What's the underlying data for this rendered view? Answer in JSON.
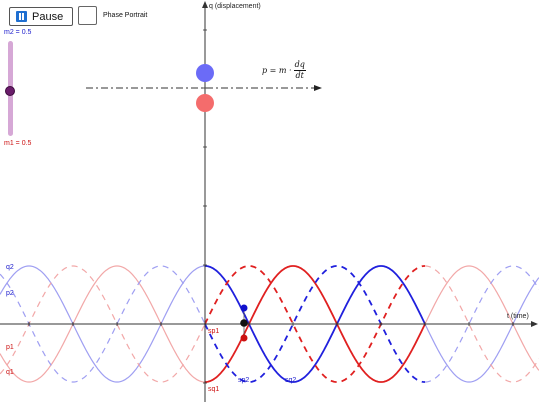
{
  "controls": {
    "pause_label": "Pause",
    "phase_portrait_label": "Phase Portrait",
    "phase_portrait_checked": false
  },
  "slider": {
    "top_label": "m2 = 0.5",
    "bottom_label": "m1 = 0.5",
    "value": 0.5
  },
  "axes": {
    "y_label": "q (displacement)",
    "x_label": "t (time)"
  },
  "formula": {
    "lhs": "p = m ·",
    "numerator": "dq",
    "denominator": "dt"
  },
  "curve_labels": {
    "left_q2": "q2",
    "left_p2": "p2",
    "left_p1": "p1",
    "left_q1": "q1",
    "center_sp1": "sp1",
    "center_sq1": "sq1",
    "center_sp2": "sp2",
    "center_sq2": "sq2"
  },
  "colors": {
    "blue": "#2020dd",
    "red": "#e02020",
    "blue_faded": "#9f9ff2",
    "red_faded": "#f2a8a8",
    "slider_track": "#d6a8d6",
    "slider_knob": "#6a1c6a"
  }
}
